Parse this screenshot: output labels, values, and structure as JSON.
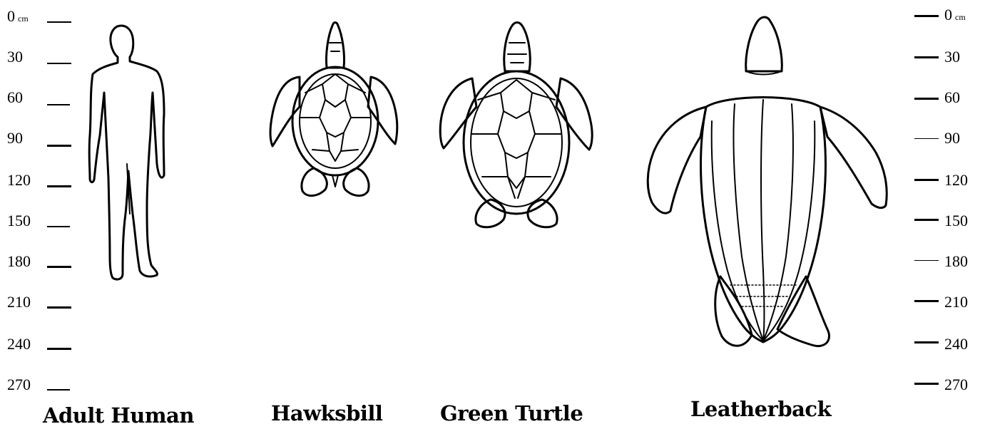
{
  "scale": {
    "unit": "cm",
    "left_ticks": [
      "0",
      "30",
      "60",
      "90",
      "120",
      "150",
      "180",
      "210",
      "240",
      "270"
    ],
    "right_ticks": [
      "0",
      "30",
      "60",
      "90",
      "120",
      "150",
      "180",
      "210",
      "240",
      "270"
    ]
  },
  "figures": [
    {
      "id": "human",
      "label": "Adult Human",
      "icon": "human-silhouette-icon"
    },
    {
      "id": "hawksbill",
      "label": "Hawksbill",
      "icon": "hawksbill-turtle-icon"
    },
    {
      "id": "green",
      "label": "Green Turtle",
      "icon": "green-turtle-icon"
    },
    {
      "id": "leatherback",
      "label": "Leatherback",
      "icon": "leatherback-turtle-icon"
    }
  ]
}
